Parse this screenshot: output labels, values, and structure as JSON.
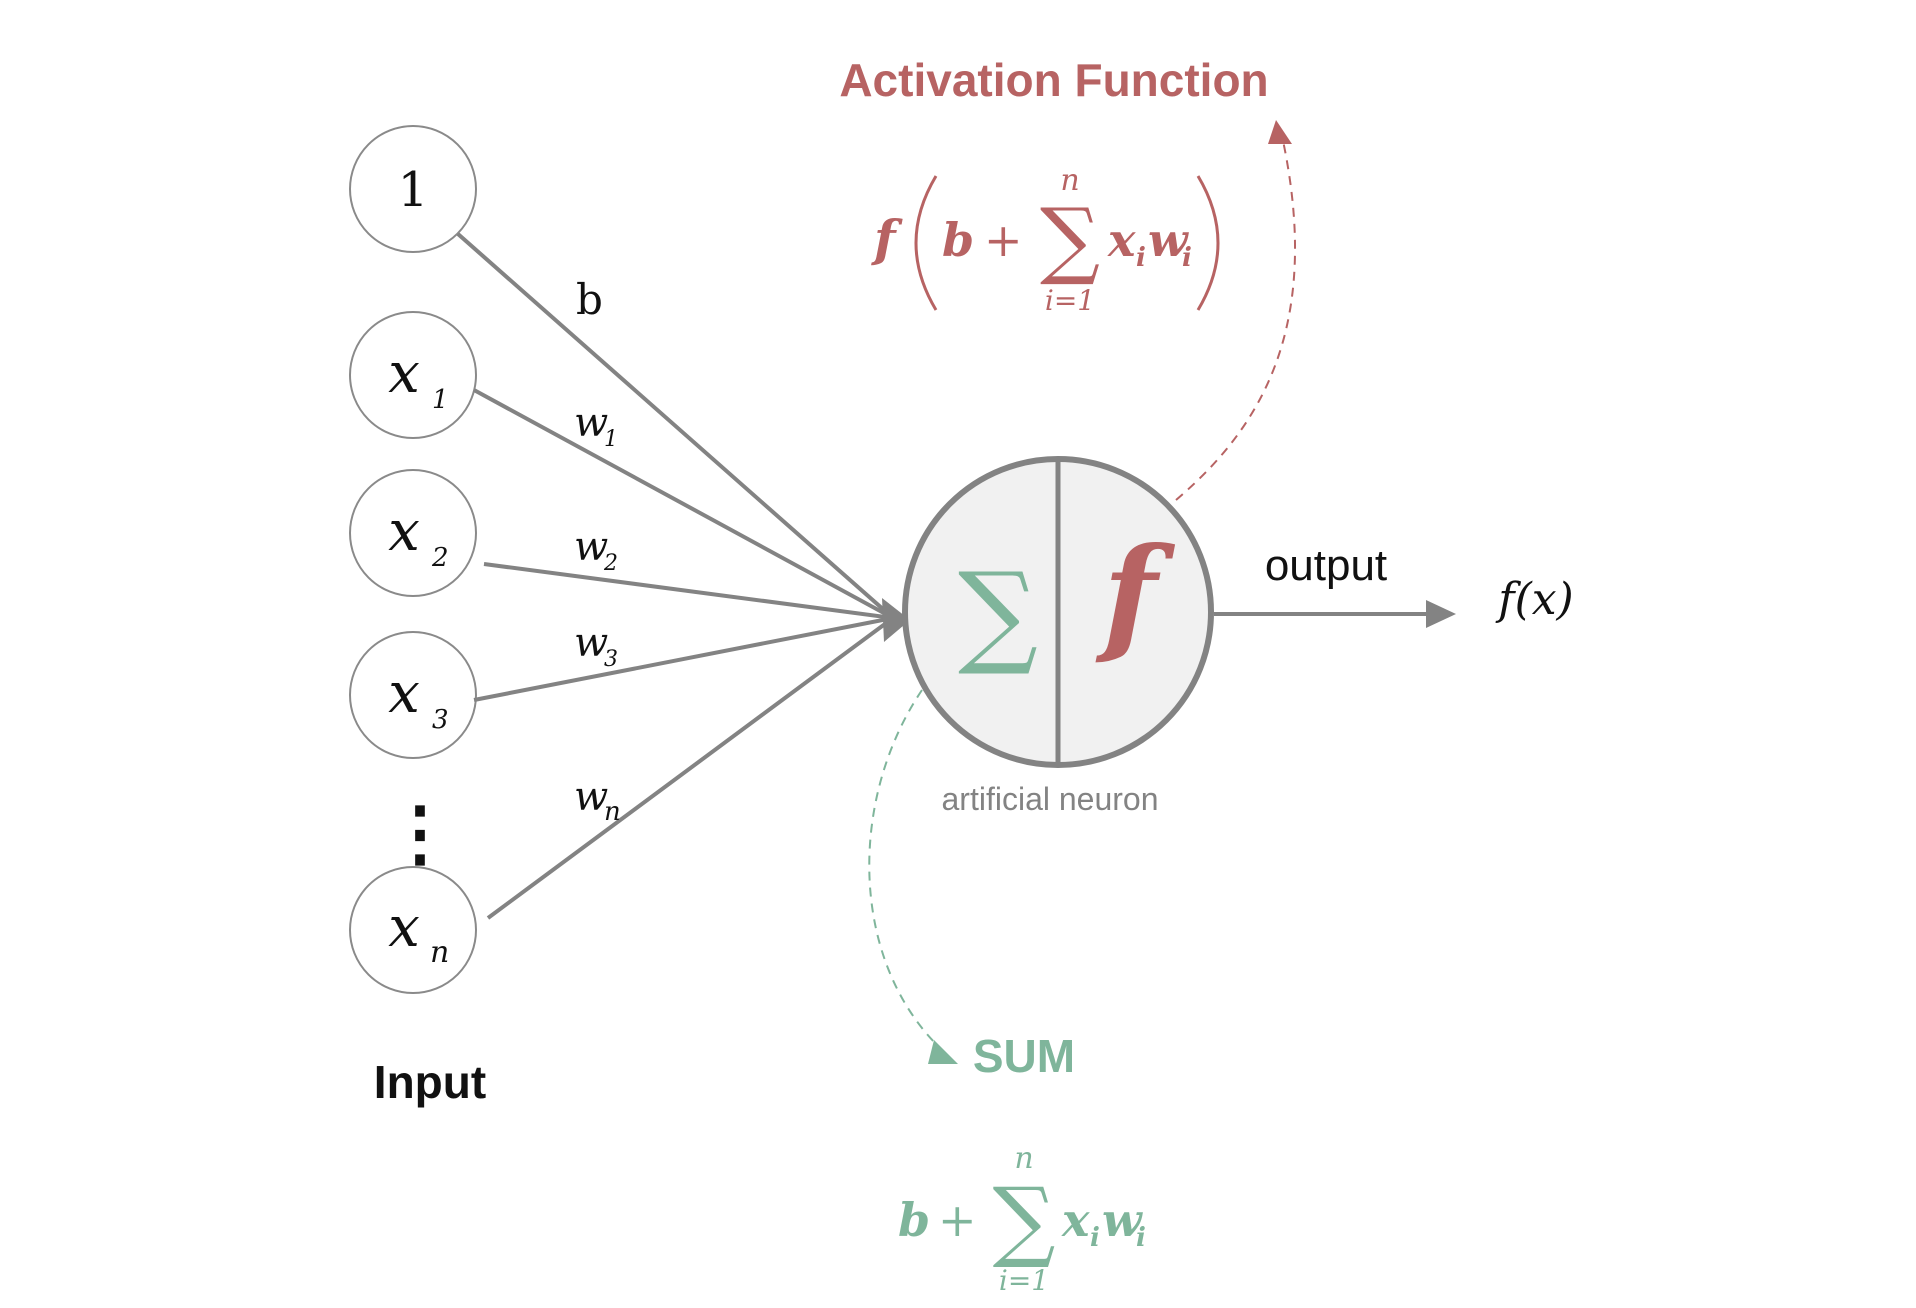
{
  "colors": {
    "red": "#b76363",
    "green": "#7fb59b",
    "gray": "#838383",
    "neuron_fill": "#f1f1f1",
    "text": "#111111"
  },
  "activation": {
    "label": "Activation Function",
    "formula": {
      "f": "f",
      "b": "b",
      "plus": "+",
      "sigma": "∑",
      "upper": "n",
      "lower": "i=1",
      "terms": "x",
      "sub_i": "i",
      "w": "w"
    }
  },
  "sum": {
    "label": "SUM",
    "formula": {
      "b": "b",
      "plus": "+",
      "sigma": "∑",
      "upper": "n",
      "lower": "i=1",
      "x": "x",
      "sub_i": "i",
      "w": "w"
    }
  },
  "inputs": [
    {
      "main": "1",
      "sub": ""
    },
    {
      "main": "x",
      "sub": "1"
    },
    {
      "main": "x",
      "sub": "2"
    },
    {
      "main": "x",
      "sub": "3"
    },
    {
      "main": "x",
      "sub": "n"
    }
  ],
  "weights": [
    {
      "main": "b",
      "sub": ""
    },
    {
      "main": "w",
      "sub": "1"
    },
    {
      "main": "w",
      "sub": "2"
    },
    {
      "main": "w",
      "sub": "3"
    },
    {
      "main": "w",
      "sub": "n"
    }
  ],
  "ellipsis": "⋮",
  "input_label": "Input",
  "neuron": {
    "sum_symbol": "∑",
    "activation_symbol": "f",
    "caption": "artificial neuron"
  },
  "output": {
    "label": "output",
    "result": "f(x)"
  }
}
